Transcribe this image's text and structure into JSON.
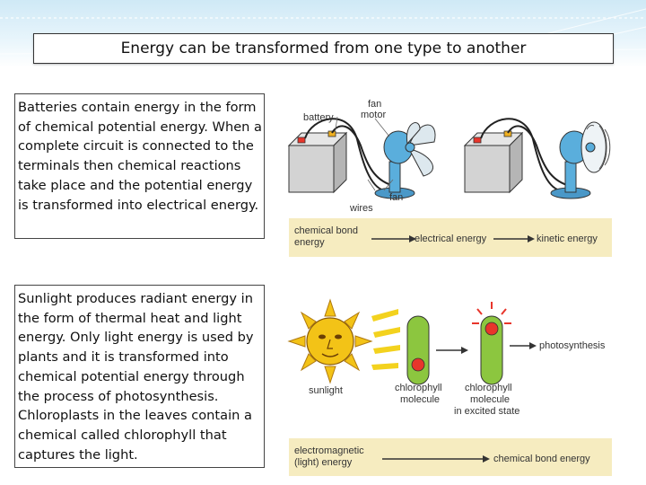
{
  "title": "Energy can be transformed from one type to another",
  "battery_text": {
    "part1": "Batteries contain energy in the form of ",
    "highlight": "chemical potential",
    "part2": " energy. When a complete circuit is connected to the terminals then chemical reactions take place and the potential energy is transformed into electrical energy."
  },
  "sunlight_text": "Sunlight produces radiant energy in the form of thermal heat and light energy. Only light energy is used by plants and it is transformed into chemical potential energy through the process of photosynthesis. Chloroplasts in the leaves contain a chemical called chlorophyll that captures the light.",
  "figure1": {
    "labels": {
      "battery": "battery",
      "fan_motor_1": "fan",
      "fan_motor_2": "motor",
      "fan": "fan",
      "wires": "wires"
    },
    "band": {
      "start_1": "chemical bond",
      "start_2": "energy",
      "middle": "electrical energy",
      "end": "kinetic energy"
    }
  },
  "figure2": {
    "labels": {
      "sunlight": "sunlight",
      "molecule_1_line1": "chlorophyll",
      "molecule_1_line2": "molecule",
      "molecule_2_line1": "chlorophyll",
      "molecule_2_line2": "molecule",
      "molecule_2_line3": "in excited state",
      "photosynthesis": "photosynthesis"
    },
    "band": {
      "start_1": "electromagnetic",
      "start_2": "(light) energy",
      "end": "chemical bond energy"
    }
  },
  "colors": {
    "header_band": "#cfe9f6",
    "figure_band": "#f6ecc0",
    "fan_blue": "#5aaedc",
    "molecule_green": "#8cc63f",
    "dot_red": "#e8352b",
    "sun_yellow": "#f3c317"
  }
}
